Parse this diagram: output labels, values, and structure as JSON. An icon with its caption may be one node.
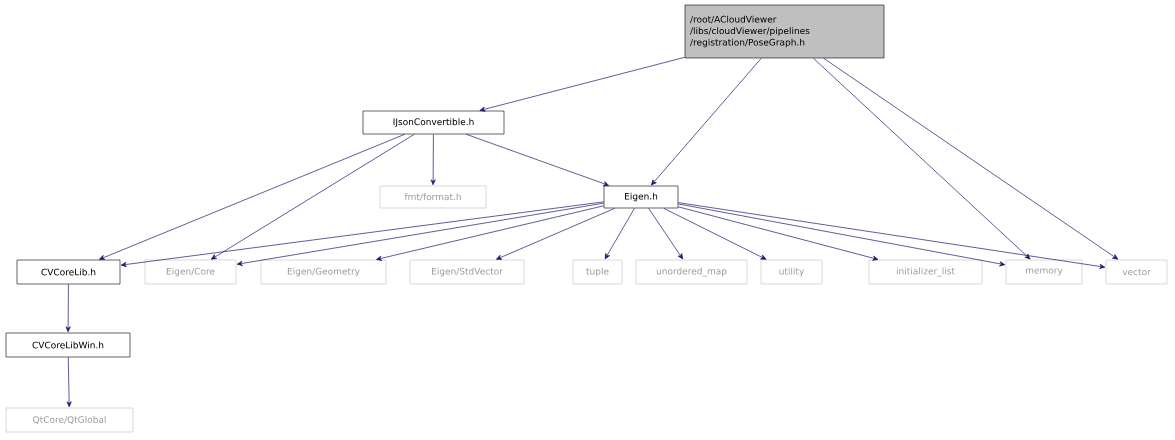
{
  "diagram": {
    "nodes": [
      {
        "text": [
          "/root/ACloudViewer /libs/cloudViewer/pipelines /registration/PoseGraph.h"
        ]
      },
      {
        "text": [
          "IJsonConvertible.h"
        ]
      },
      {
        "text": [
          "Eigen.h"
        ]
      },
      {
        "text": [
          "fmt/format.h"
        ]
      },
      {
        "text": [
          "CVCoreLib.h"
        ]
      },
      {
        "text": [
          "Eigen/Core"
        ]
      },
      {
        "text": [
          "Eigen/Geometry"
        ]
      },
      {
        "text": [
          "Eigen/StdVector"
        ]
      },
      {
        "text": [
          "tuple"
        ]
      },
      {
        "text": [
          "unordered_map"
        ]
      },
      {
        "text": [
          "utility"
        ]
      },
      {
        "text": [
          "initializer_list"
        ]
      },
      {
        "text": [
          "memory"
        ]
      },
      {
        "text": [
          "vector"
        ]
      },
      {
        "text": [
          "CVCoreLibWin.h"
        ]
      },
      {
        "text": [
          "QtCore/QtGlobal"
        ]
      }
    ],
    "edges": [
      {
        "from": 0,
        "to": 1,
        "arrow": "to"
      },
      {
        "from": 0,
        "to": 2,
        "arrow": "to"
      },
      {
        "from": 0,
        "to": 12,
        "arrow": "to"
      },
      {
        "from": 0,
        "to": 13,
        "arrow": "to"
      },
      {
        "from": 1,
        "to": 4,
        "arrow": "to"
      },
      {
        "from": 1,
        "to": 5,
        "arrow": "to"
      },
      {
        "from": 1,
        "to": 3,
        "arrow": "to"
      },
      {
        "from": 1,
        "to": 2,
        "arrow": "to"
      },
      {
        "from": 2,
        "to": 4,
        "arrow": "to"
      },
      {
        "from": 2,
        "to": 5,
        "arrow": "to"
      },
      {
        "from": 2,
        "to": 6,
        "arrow": "to"
      },
      {
        "from": 2,
        "to": 7,
        "arrow": "to"
      },
      {
        "from": 2,
        "to": 8,
        "arrow": "to"
      },
      {
        "from": 2,
        "to": 9,
        "arrow": "to"
      },
      {
        "from": 2,
        "to": 10,
        "arrow": "to"
      },
      {
        "from": 2,
        "to": 11,
        "arrow": "to"
      },
      {
        "from": 2,
        "to": 12,
        "arrow": "to"
      },
      {
        "from": 2,
        "to": 13,
        "arrow": "to"
      },
      {
        "from": 4,
        "to": 14,
        "arrow": "to"
      },
      {
        "from": 14,
        "to": 15,
        "arrow": "to"
      }
    ]
  }
}
